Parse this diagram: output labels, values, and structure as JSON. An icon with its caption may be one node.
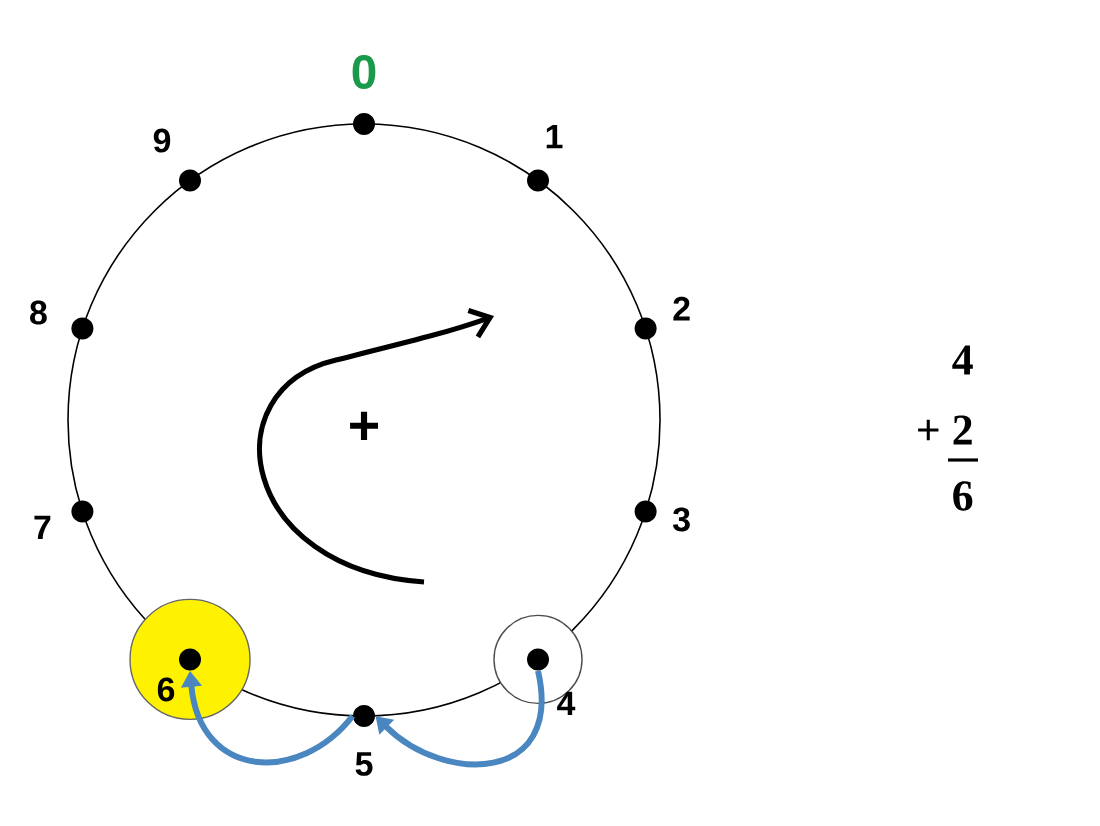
{
  "diagram": {
    "nodes": [
      {
        "text": [],
        "shape": "circle",
        "beside": [
          "0"
        ]
      },
      {
        "text": [],
        "shape": "circle",
        "beside": [
          "1"
        ]
      },
      {
        "text": [],
        "shape": "circle",
        "beside": [
          "2"
        ]
      },
      {
        "text": [],
        "shape": "circle",
        "beside": [
          "3"
        ]
      },
      {
        "text": [],
        "shape": "circle",
        "beside": [
          "4"
        ]
      },
      {
        "text": [],
        "shape": "circle",
        "beside": [
          "5"
        ]
      },
      {
        "text": [],
        "shape": "circle",
        "beside": [
          "6"
        ]
      },
      {
        "text": [],
        "shape": "circle",
        "beside": [
          "7"
        ]
      },
      {
        "text": [],
        "shape": "circle",
        "beside": [
          "8"
        ]
      },
      {
        "text": [],
        "shape": "circle",
        "beside": [
          "9"
        ]
      }
    ],
    "edges": [
      {
        "from": 4,
        "to": 5,
        "arrow": "to"
      },
      {
        "from": 5,
        "to": 6,
        "arrow": "to"
      }
    ],
    "labels": [
      "+",
      "4",
      "+ 2",
      "6"
    ]
  }
}
